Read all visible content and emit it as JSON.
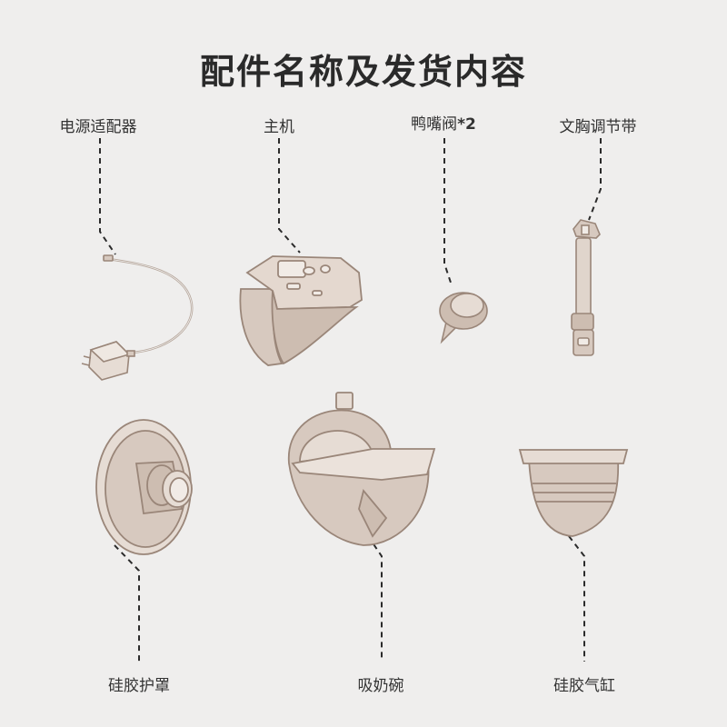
{
  "title": "配件名称及发货内容",
  "parts": {
    "adapter": "电源适配器",
    "main_unit": "主机",
    "valve": "鸭嘴阀",
    "valve_qty": "*2",
    "strap": "文胸调节带",
    "shield": "硅胶护罩",
    "cup": "吸奶碗",
    "cylinder": "硅胶气缸"
  },
  "colors": {
    "background": "#efeeed",
    "product_fill": "#d7c9bf",
    "product_stroke": "#9a8679",
    "dash": "#2b2b2b"
  }
}
